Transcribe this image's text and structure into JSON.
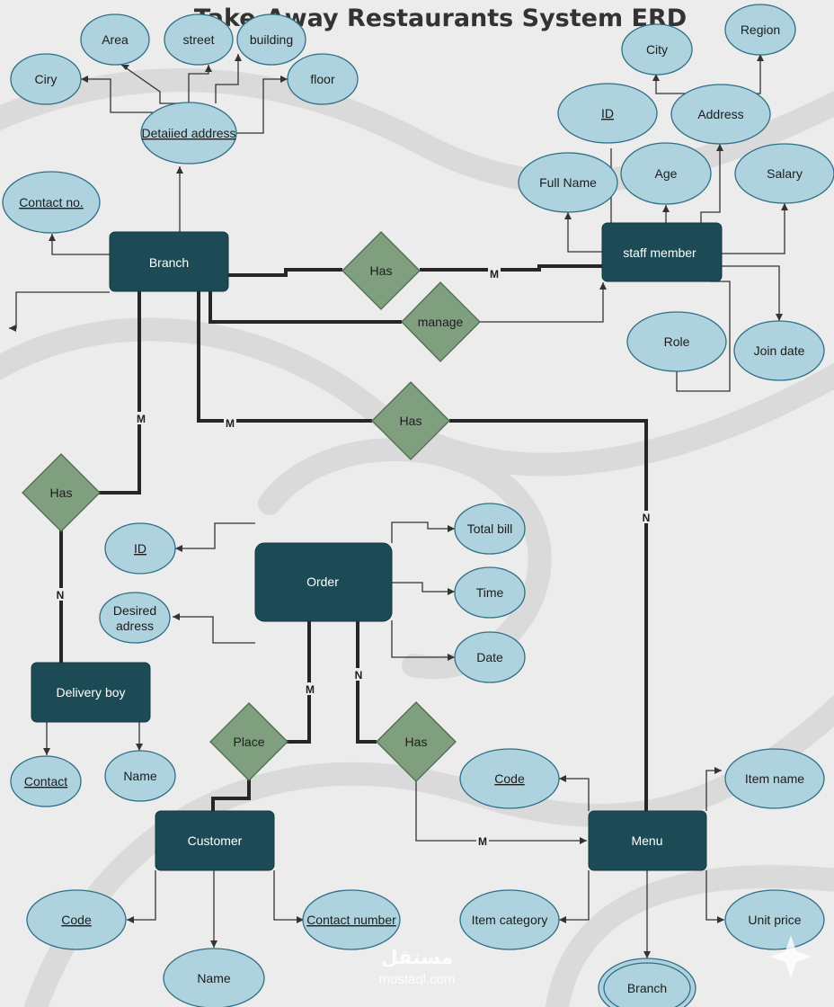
{
  "title": "Take-Away Restaurants System ERD",
  "entities": {
    "branch": "Branch",
    "staff_member": "staff member",
    "order": "Order",
    "delivery_boy": "Delivery boy",
    "customer": "Customer",
    "menu": "Menu"
  },
  "relationships": {
    "branch_staff_has": "Has",
    "manage": "manage",
    "branch_menu_has": "Has",
    "branch_delivery_has": "Has",
    "place": "Place",
    "order_menu_has": "Has"
  },
  "attributes": {
    "area": "Area",
    "street": "street",
    "building": "building",
    "ciry": "Ciry",
    "floor": "floor",
    "detailed_address": "Detaiied address",
    "contact_no": "Contact no.",
    "staff_city": "City",
    "region": "Region",
    "staff_id": "ID",
    "address": "Address",
    "full_name": "Full Name",
    "age": "Age",
    "salary": "Salary",
    "role": "Role",
    "join_date": "Join date",
    "order_id": "ID",
    "desired_address": [
      "Desired",
      "adress"
    ],
    "total_bill": "Total bill",
    "time": "Time",
    "date": "Date",
    "delivery_contact": "Contact",
    "delivery_name": "Name",
    "menu_code": "Code",
    "item_name": "Item name",
    "item_category": "Item category",
    "unit_price": "Unit price",
    "menu_branch": "Branch",
    "customer_code": "Code",
    "contact_number": "Contact number",
    "customer_name": "Name"
  },
  "cardinalities": {
    "branch_staff_m": "M",
    "branch_delivery_m": "M",
    "branch_menu_m": "M",
    "menu_n": "N",
    "delivery_n": "N",
    "order_place_m": "M",
    "order_has_n": "N",
    "menu_has_m": "M"
  },
  "watermark": {
    "arabic": "مستقل",
    "latin": "mostaql.com"
  }
}
